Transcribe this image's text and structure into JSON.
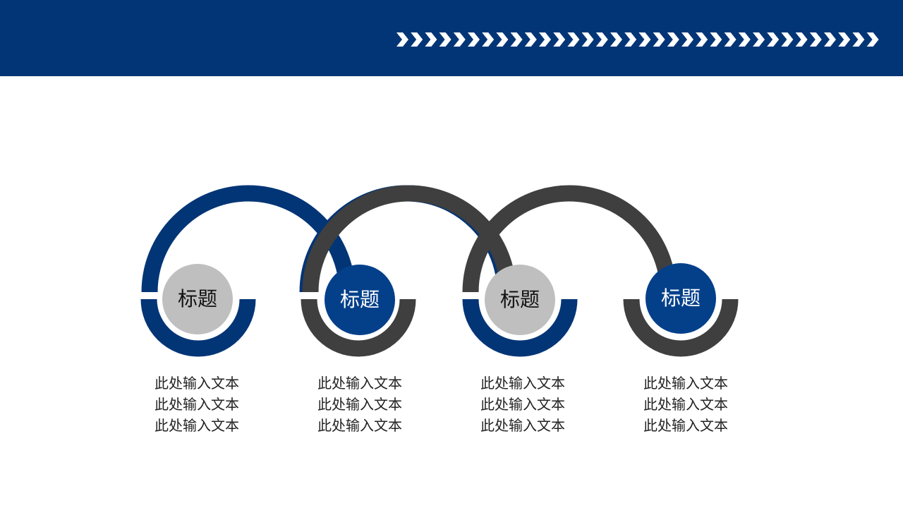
{
  "colors": {
    "header": "#023576",
    "navy": "#023576",
    "gray_dark": "#3f3f3f",
    "gray_light": "#bfbfbf",
    "navy_circle": "#04408a",
    "white": "#ffffff"
  },
  "header": {
    "decoration_icon": "chevron-right-icon"
  },
  "items": [
    {
      "title": "标题",
      "lines": [
        "此处输入文本",
        "此处输入文本",
        "此处输入文本"
      ]
    },
    {
      "title": "标题",
      "lines": [
        "此处输入文本",
        "此处输入文本",
        "此处输入文本"
      ]
    },
    {
      "title": "标题",
      "lines": [
        "此处输入文本",
        "此处输入文本",
        "此处输入文本"
      ]
    },
    {
      "title": "标题",
      "lines": [
        "此处输入文本",
        "此处输入文本",
        "此处输入文本"
      ]
    }
  ]
}
